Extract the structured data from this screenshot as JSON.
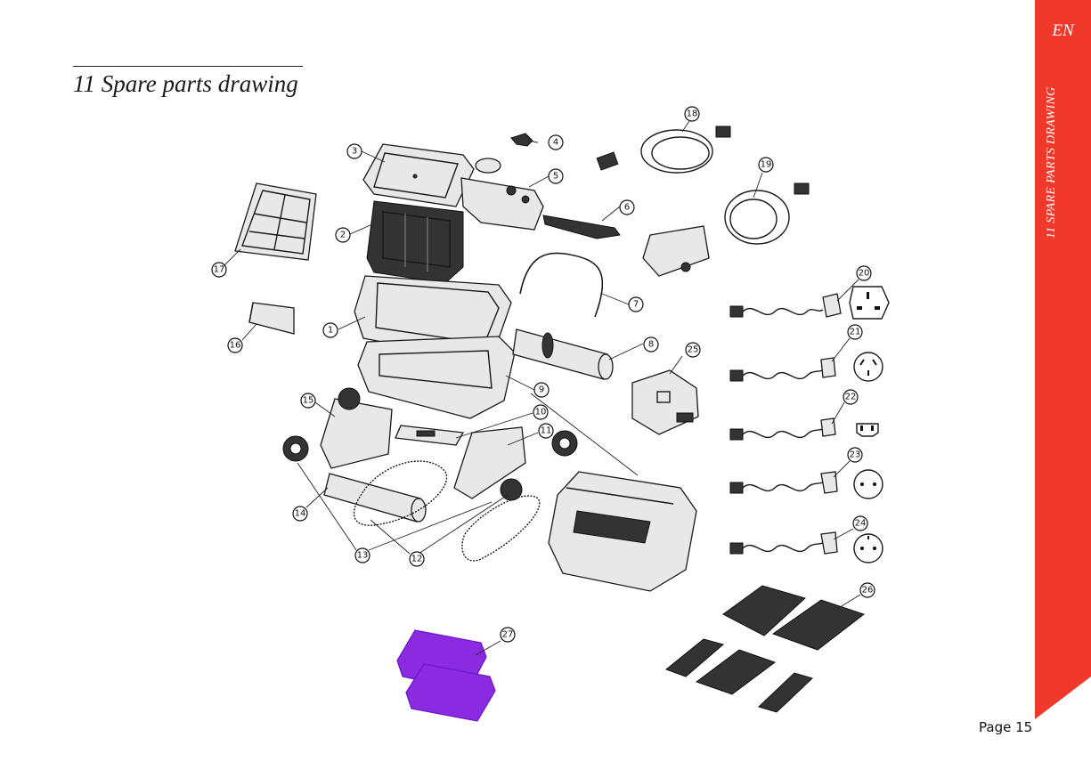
{
  "page": {
    "title": "11  Spare parts drawing",
    "language_code": "EN",
    "side_label": "11  SPARE PARTS DRAWING",
    "page_number": "Page 15"
  },
  "colors": {
    "accent": "#f0392b",
    "highlight": "#8a2be2"
  },
  "callouts": {
    "c1": "1",
    "c2": "2",
    "c3": "3",
    "c4": "4",
    "c5": "5",
    "c6": "6",
    "c7": "7",
    "c8": "8",
    "c9": "9",
    "c10": "10",
    "c11": "11",
    "c12": "12",
    "c13": "13",
    "c14": "14",
    "c15": "15",
    "c16": "16",
    "c17": "17",
    "c18": "18",
    "c19": "19",
    "c20": "20",
    "c21": "21",
    "c22": "22",
    "c23": "23",
    "c24": "24",
    "c25": "25",
    "c26": "26",
    "c27": "27"
  }
}
